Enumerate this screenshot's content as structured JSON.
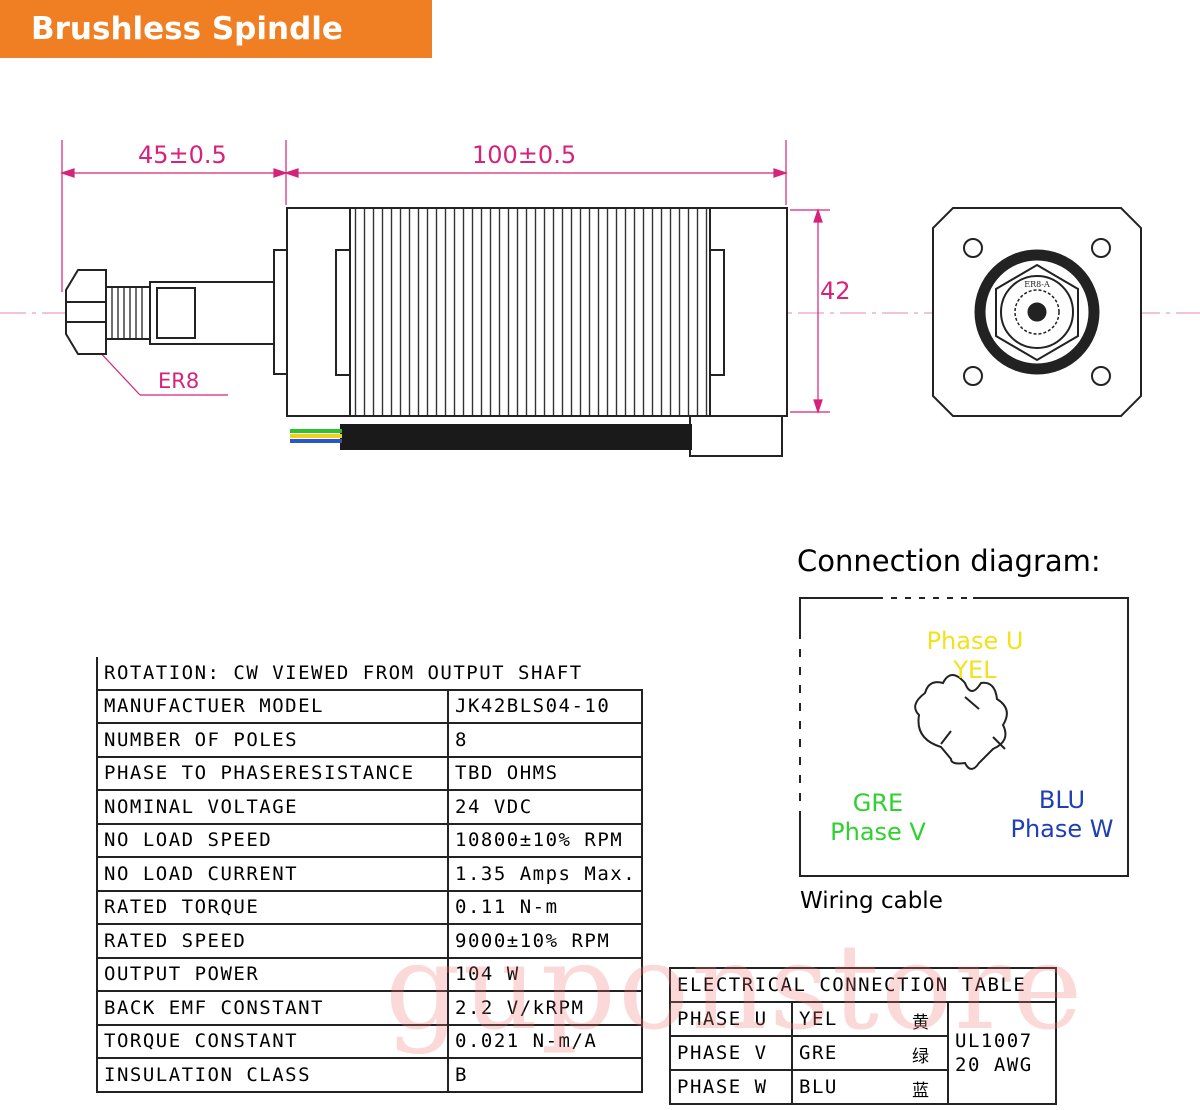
{
  "banner": {
    "title": "Brushless Spindle Motor"
  },
  "dimensions": {
    "shaft_length": "45±0.5",
    "body_length": "100±0.5",
    "width": "42",
    "collet": "ER8"
  },
  "collet_label": "ER8-A",
  "spec_table": {
    "heading": "ROTATION: CW VIEWED FROM OUTPUT SHAFT",
    "rows": [
      {
        "label": "MANUFACTUER MODEL",
        "value": "JK42BLS04-10"
      },
      {
        "label": "NUMBER OF POLES",
        "value": "8"
      },
      {
        "label": "PHASE TO PHASERESISTANCE",
        "value": "TBD OHMS"
      },
      {
        "label": "NOMINAL VOLTAGE",
        "value": "24 VDC"
      },
      {
        "label": "NO LOAD SPEED",
        "value": "10800±10% RPM"
      },
      {
        "label": "NO LOAD CURRENT",
        "value": "1.35 Amps Max."
      },
      {
        "label": "RATED TORQUE",
        "value": "0.11 N-m"
      },
      {
        "label": "RATED SPEED",
        "value": "9000±10% RPM"
      },
      {
        "label": "OUTPUT POWER",
        "value": "104 W"
      },
      {
        "label": "BACK EMF CONSTANT",
        "value": "2.2 V/kRPM"
      },
      {
        "label": "TORQUE CONSTANT",
        "value": "0.021 N-m/A"
      },
      {
        "label": "INSULATION CLASS",
        "value": "B"
      }
    ]
  },
  "connection": {
    "title": "Connection diagram:",
    "phase_u": {
      "line1": "Phase U",
      "line2": "YEL",
      "color": "#f2e11b"
    },
    "phase_v": {
      "line1": "GRE",
      "line2": "Phase V",
      "color": "#2fd12f"
    },
    "phase_w": {
      "line1": "BLU",
      "line2": "Phase W",
      "color": "#1f3fb3"
    },
    "footer": "Wiring cable"
  },
  "electrical_table": {
    "heading": "ELECTRICAL CONNECTION TABLE",
    "rows": [
      {
        "phase": "PHASE U",
        "color": "YEL",
        "cn": "黄"
      },
      {
        "phase": "PHASE V",
        "color": "GRE",
        "cn": "绿"
      },
      {
        "phase": "PHASE W",
        "color": "BLU",
        "cn": "蓝"
      }
    ],
    "cable_line1": "UL1007",
    "cable_line2": "20 AWG"
  },
  "watermark": "guponstore",
  "colors": {
    "banner": "#f07f24",
    "dimension": "#d6237a"
  }
}
